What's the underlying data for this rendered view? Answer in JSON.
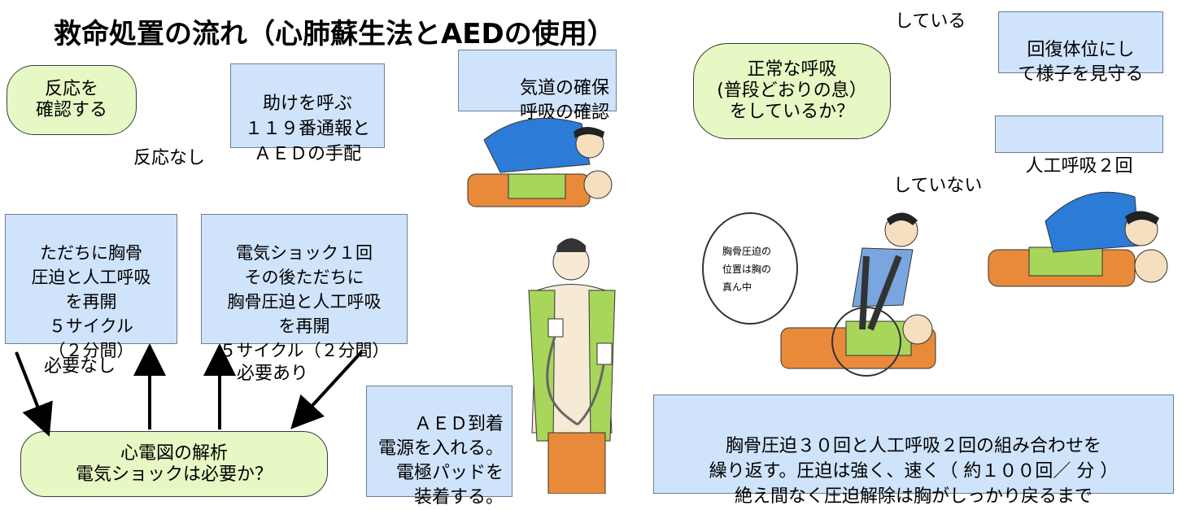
{
  "title": "救命処置の流れ（心肺蘇生法とAEDの使用）",
  "steps": {
    "check_response": "反応を\n確認する",
    "call_help": "助けを呼ぶ\n１１９番通報と\nＡＥＤの手配",
    "airway": "気道の確保\n呼吸の確認",
    "normal_breathing": "正常な呼吸\n(普段どおりの息）\nをしているか？",
    "recovery": "回復体位にし\nて様子を見守る",
    "rescue_breaths": "人工呼吸２回",
    "resume_cpr": "ただちに胸骨\n圧迫と人工呼吸\nを再開\n５サイクル\n（２分間）",
    "shock_once": "電気ショック１回\nその後ただちに\n胸骨圧迫と人工呼吸\nを再開\n５サイクル（２分間）",
    "aed_arrival": "ＡＥＤ到着\n電源を入れる。\n電極パッドを\n装着する。",
    "ecg_analysis": "心電図の解析\n電気ショックは必要か？",
    "compressions": "胸骨圧迫３０回と人工呼吸２回の組み合わせを\n繰り返す。圧迫は強く、速く（ 約１００回／ 分 ）\n絶え間なく圧迫解除は胸がしっかり戻るまで"
  },
  "labels": {
    "no_response": "反応なし",
    "breathing_yes": "している",
    "breathing_no": "していない",
    "shock_not_needed": "必要なし",
    "shock_needed": "必要あり",
    "callout": "胸骨圧迫の\n位置は胸の\n真ん中"
  }
}
